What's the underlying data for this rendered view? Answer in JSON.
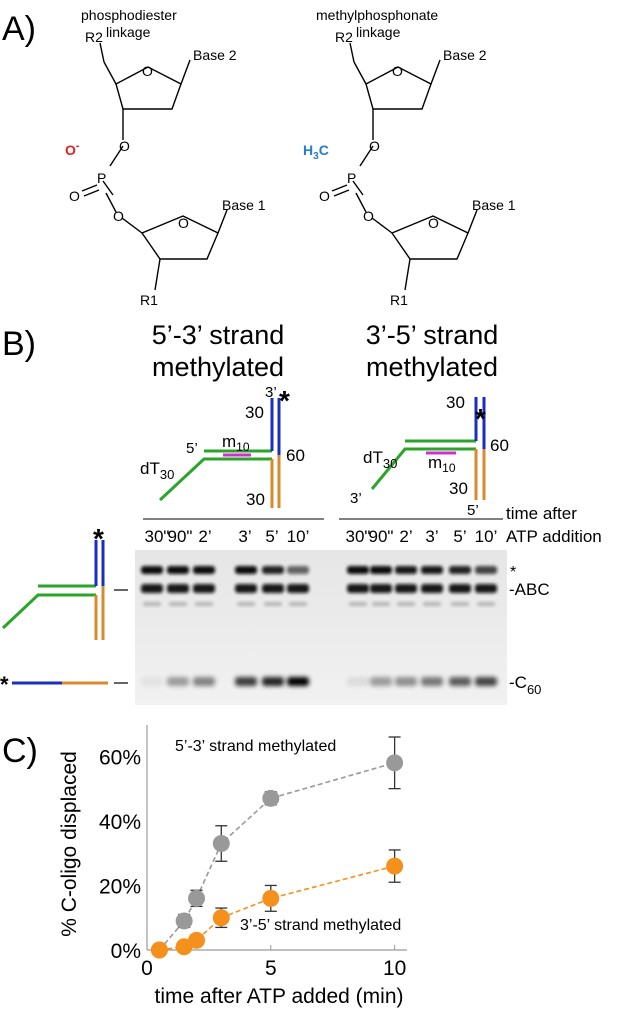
{
  "panel_a": {
    "letter": "A)",
    "left": {
      "title_line1": "phosphodiester",
      "title_line2": "linkage",
      "substituent": "O",
      "substituent_sup": "-",
      "substituent_color": "#e0201b"
    },
    "right": {
      "title_line1": "methylphosphonate",
      "title_line2": "linkage",
      "substituent": "H",
      "substituent_sub": "3",
      "substituent_tail": "C",
      "substituent_color": "#1f7fd1"
    },
    "labels": {
      "r2": "R2",
      "r1": "R1",
      "base2": "Base 2",
      "base1": "Base 1",
      "o": "O",
      "p": "P"
    }
  },
  "panel_b": {
    "letter": "B)",
    "left_title_line1": "5’-3’ strand",
    "left_title_line2": "methylated",
    "right_title_line1": "3’-5’ strand",
    "right_title_line2": "methylated",
    "star": "*",
    "dt_label": "dT",
    "dt_sub": "30",
    "m_label": "m",
    "m_sub": "10",
    "len_30": "30",
    "len_60": "60",
    "end_5p": "5’",
    "end_3p": "3’",
    "time_after_line1": "time after",
    "time_after_line2": "ATP addition",
    "lanes_left": [
      "30\"",
      "90\"",
      "2’",
      "3’",
      "5’",
      "10’"
    ],
    "lanes_right": [
      "30\"",
      "90\"",
      "2’",
      "3’",
      "5’",
      "10’"
    ],
    "band_star": "*",
    "band_abc": "-ABC",
    "band_c": "-C",
    "band_c_sub": "60",
    "colors": {
      "green": "#2aa52a",
      "blue": "#1a2ec0",
      "orange": "#d98a2e",
      "magenta": "#d32ed3"
    }
  },
  "panel_c": {
    "letter": "C)",
    "chart_data": {
      "type": "scatter",
      "xlabel": "time after ATP added (min)",
      "ylabel": "% C-oligo displaced",
      "xlim": [
        0,
        10.5
      ],
      "ylim": [
        0,
        0.66
      ],
      "x_ticks": [
        "0",
        "5",
        "10"
      ],
      "y_ticks": [
        "0%",
        "20%",
        "40%",
        "60%"
      ],
      "series": [
        {
          "name": "5’-3’ strand methylated",
          "color": "#999999",
          "points": [
            {
              "x": 0.5,
              "y": 0.0,
              "err": 0.005
            },
            {
              "x": 1.5,
              "y": 0.09,
              "err": 0.02
            },
            {
              "x": 2.0,
              "y": 0.16,
              "err": 0.025
            },
            {
              "x": 3.0,
              "y": 0.33,
              "err": 0.055
            },
            {
              "x": 5.0,
              "y": 0.47,
              "err": 0.02
            },
            {
              "x": 10.0,
              "y": 0.58,
              "err": 0.08
            }
          ]
        },
        {
          "name": "3’-5’ strand methylated",
          "color": "#f5901c",
          "points": [
            {
              "x": 0.5,
              "y": 0.0,
              "err": 0.005
            },
            {
              "x": 1.5,
              "y": 0.01,
              "err": 0.01
            },
            {
              "x": 2.0,
              "y": 0.03,
              "err": 0.01
            },
            {
              "x": 3.0,
              "y": 0.1,
              "err": 0.03
            },
            {
              "x": 5.0,
              "y": 0.16,
              "err": 0.04
            },
            {
              "x": 10.0,
              "y": 0.26,
              "err": 0.05
            }
          ]
        }
      ]
    }
  }
}
